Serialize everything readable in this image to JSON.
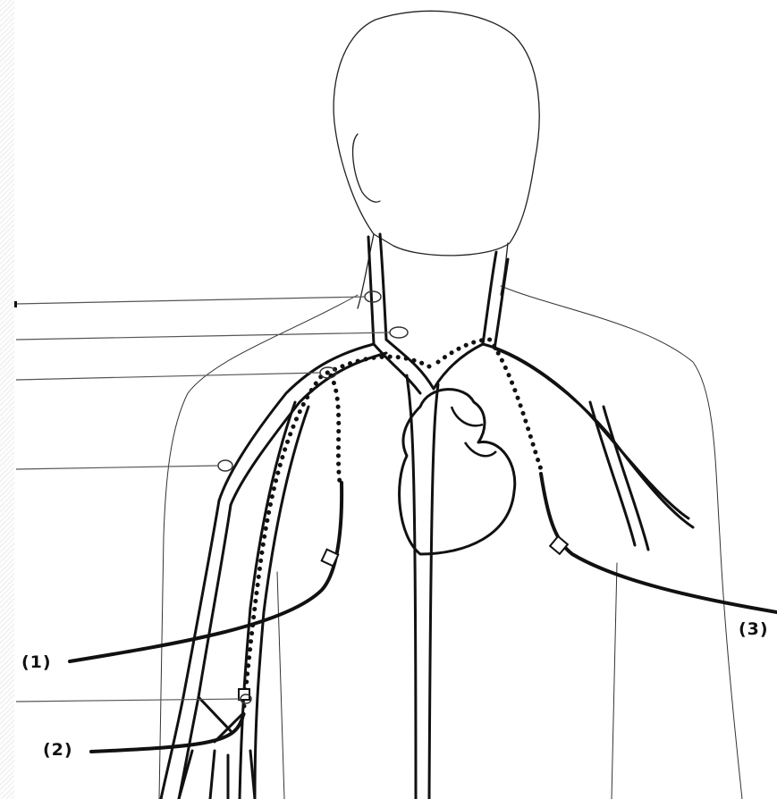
{
  "labels": {
    "catheter_1": "(1)",
    "catheter_2": "(2)",
    "catheter_3": "(3)"
  },
  "colors": {
    "outline": "#111111",
    "skin_line": "#333333",
    "leader": "#555555",
    "background": "#ffffff"
  }
}
